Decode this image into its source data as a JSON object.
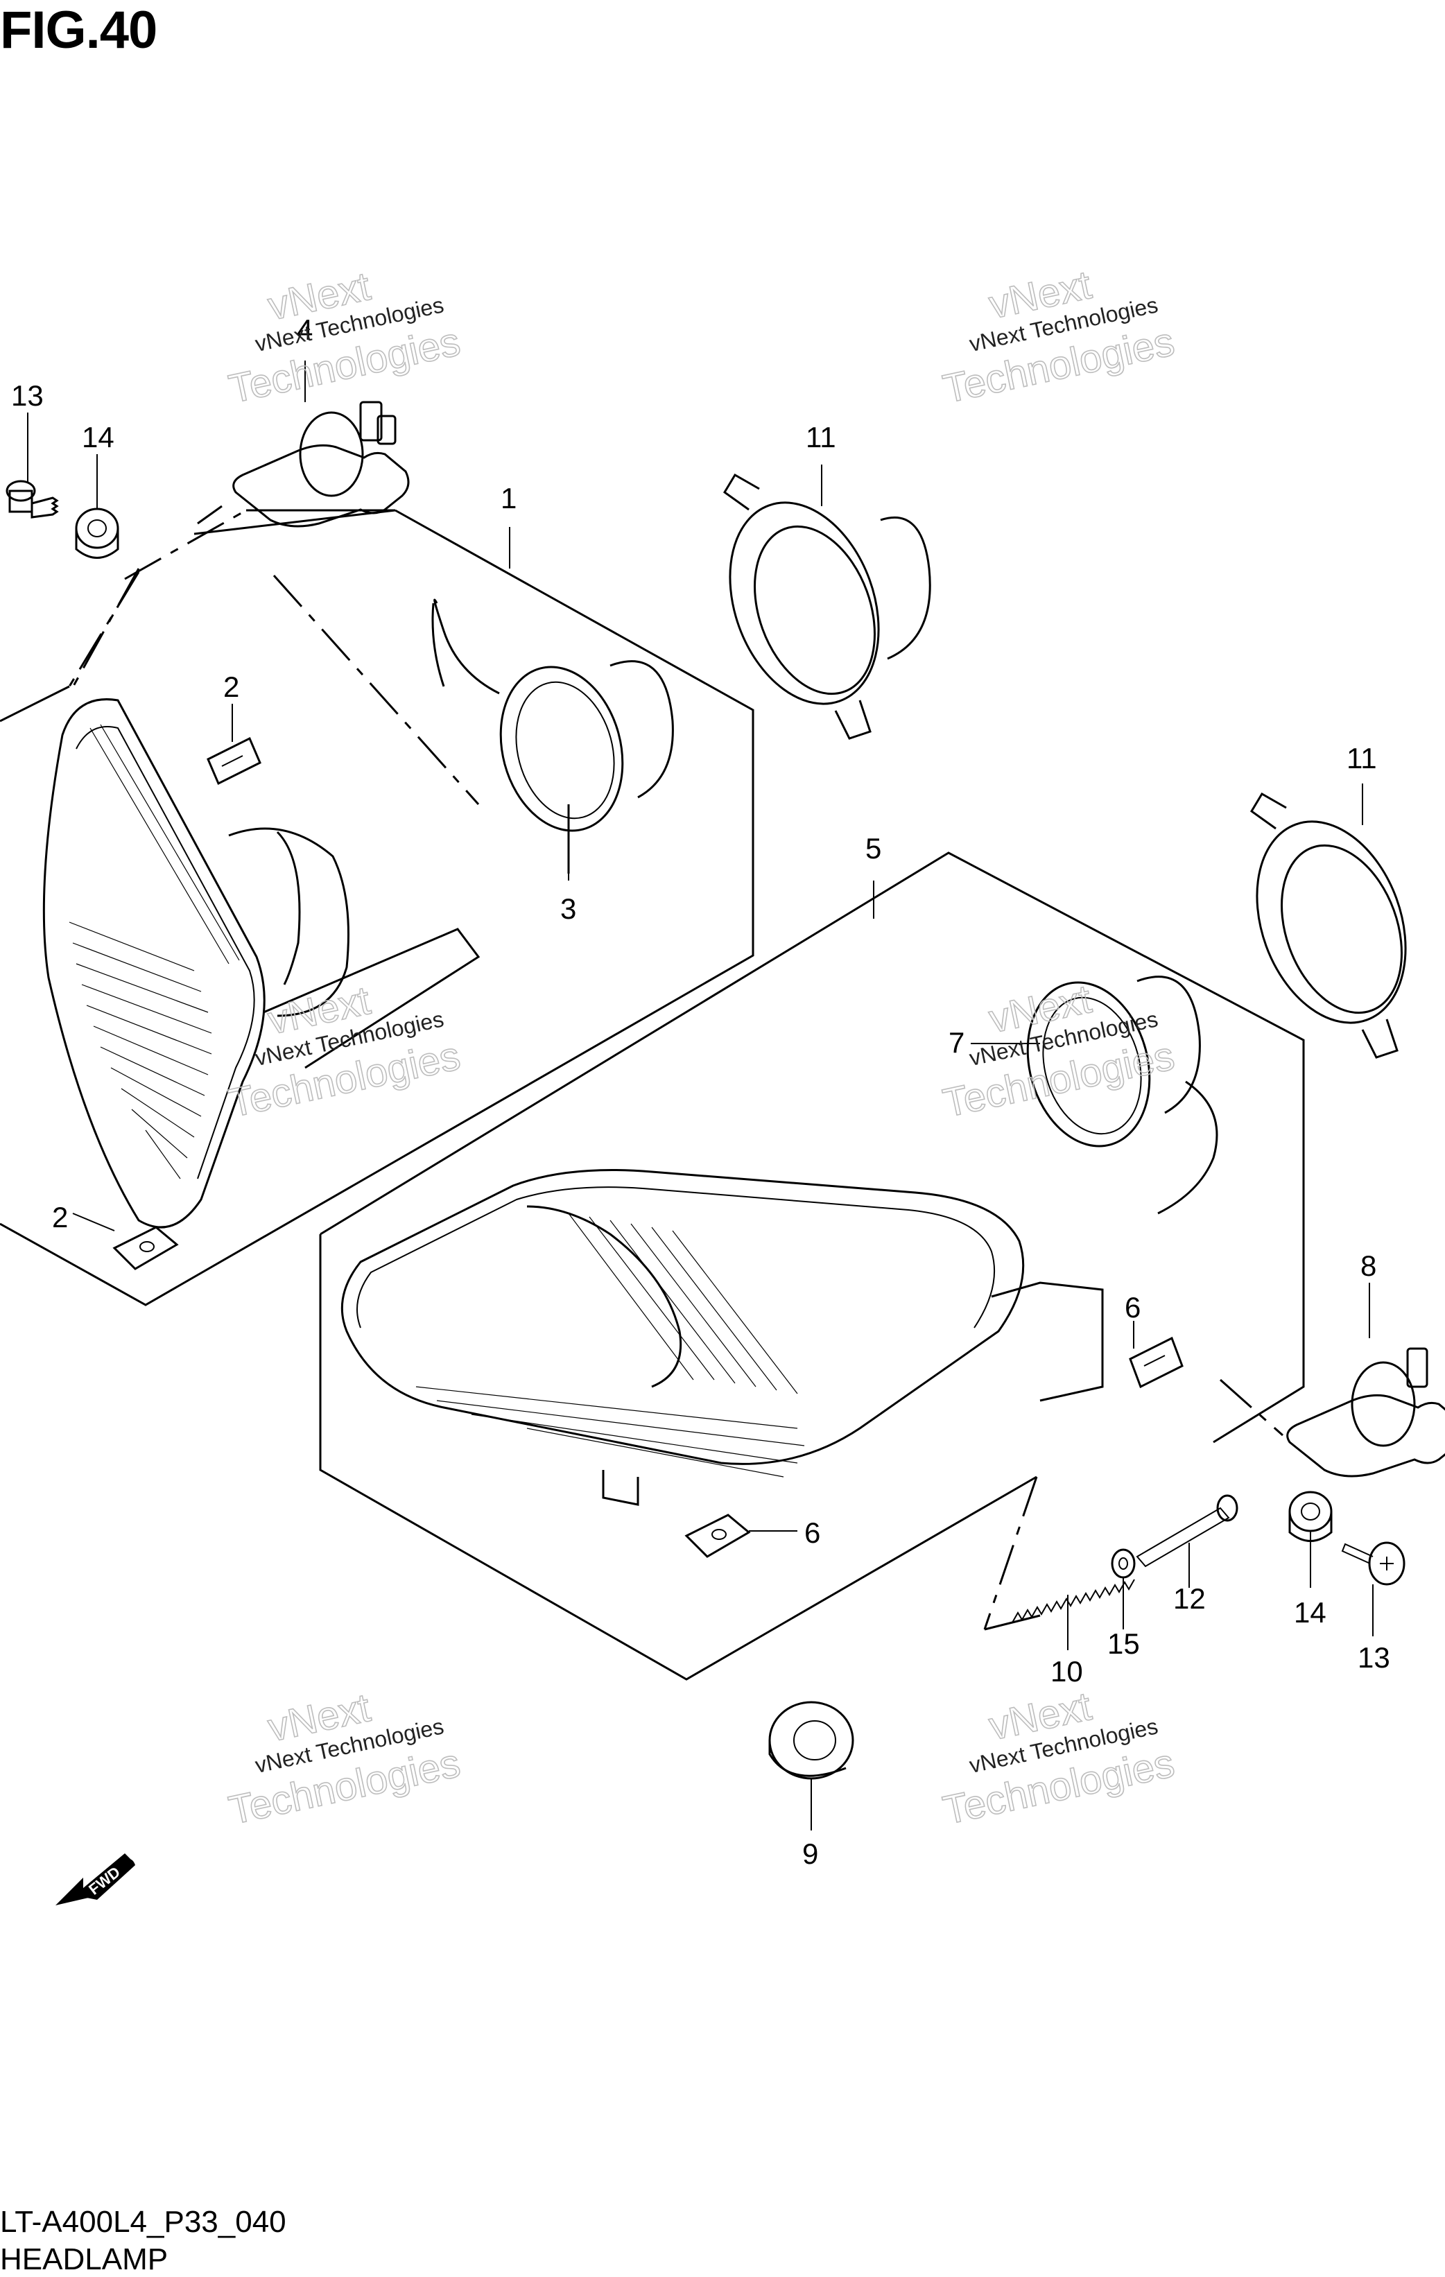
{
  "header": {
    "title": "FIG.40"
  },
  "footer": {
    "code": "LT-A400L4_P33_040",
    "name": "HEADLAMP"
  },
  "callouts": {
    "c1": "1",
    "c2a": "2",
    "c2b": "2",
    "c3": "3",
    "c4": "4",
    "c5": "5",
    "c6a": "6",
    "c6b": "6",
    "c7": "7",
    "c8": "8",
    "c9": "9",
    "c10": "10",
    "c11a": "11",
    "c11b": "11",
    "c12": "12",
    "c13a": "13",
    "c13b": "13",
    "c14a": "14",
    "c14b": "14",
    "c15": "15"
  },
  "watermark": {
    "line1": "vNext Technologies",
    "line2": "vNext",
    "line3": "Technologies"
  },
  "fwd_label": "FWD"
}
